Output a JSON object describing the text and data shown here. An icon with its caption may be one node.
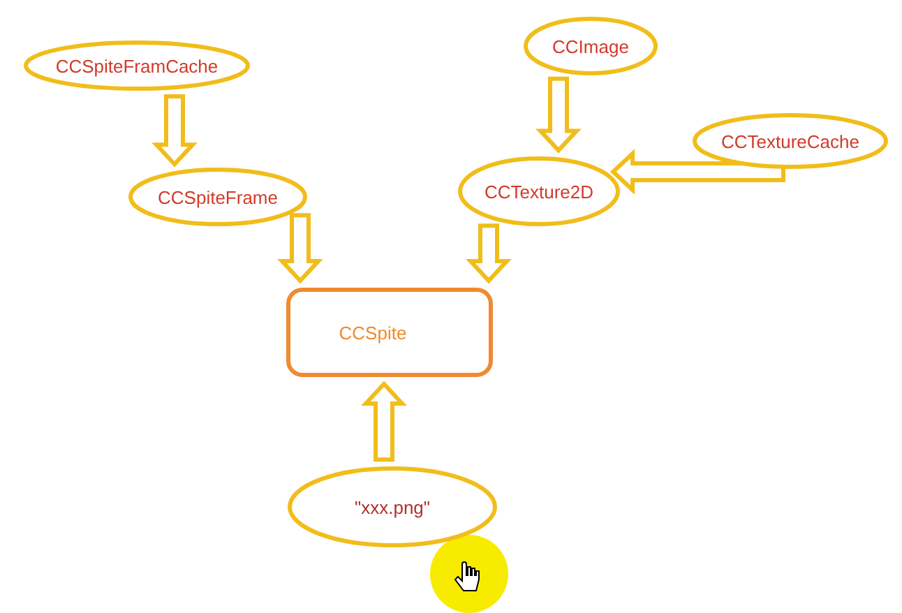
{
  "diagram": {
    "nodes": [
      {
        "text": [
          "CCSpiteFramCache"
        ]
      },
      {
        "text": [
          "CCImage"
        ]
      },
      {
        "text": [
          "CCTextureCache"
        ]
      },
      {
        "text": [
          "CCSpiteFrame"
        ]
      },
      {
        "text": [
          "CCTexture2D"
        ]
      },
      {
        "text": [
          "CCSpite"
        ]
      },
      {
        "text": [
          "\"xxx.png\""
        ]
      }
    ],
    "edges": [
      {
        "from": 0,
        "to": 3,
        "arrow": "to"
      },
      {
        "from": 1,
        "to": 4,
        "arrow": "to"
      },
      {
        "from": 2,
        "to": 4,
        "arrow": "to"
      },
      {
        "from": 3,
        "to": 5,
        "arrow": "to"
      },
      {
        "from": 4,
        "to": 5,
        "arrow": "to"
      },
      {
        "from": 6,
        "to": 5,
        "arrow": "to"
      }
    ]
  }
}
